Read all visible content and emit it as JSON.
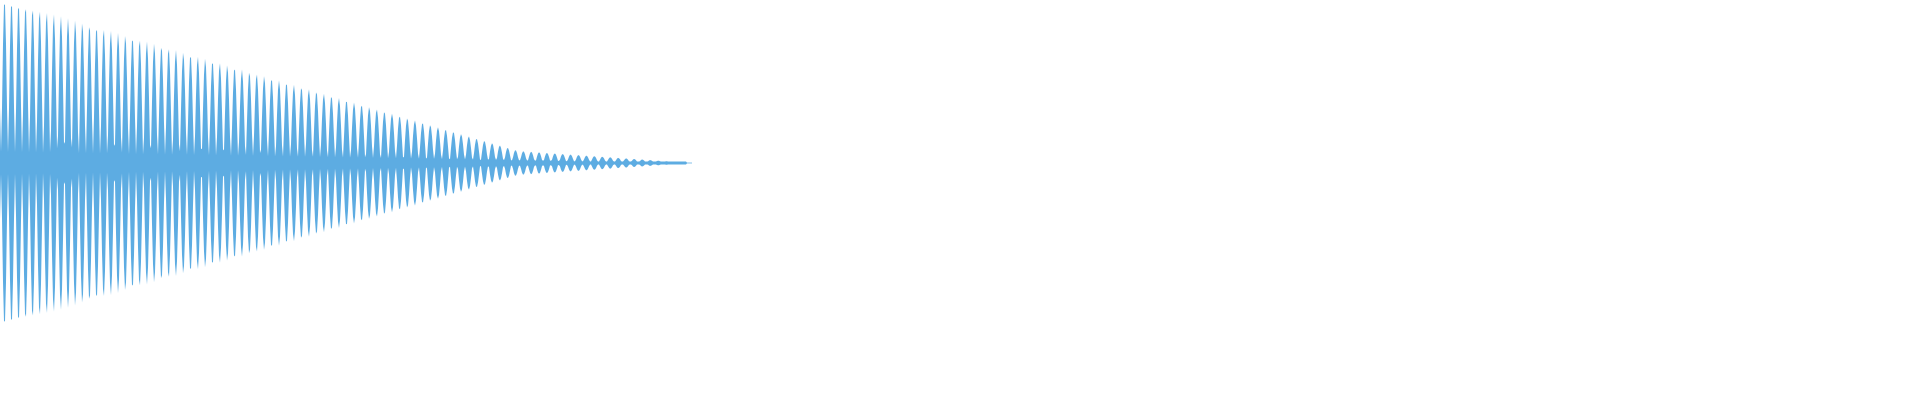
{
  "chart_data": {
    "type": "area",
    "style": "audio-waveform",
    "color": "#5dace2",
    "background": "#ffffff",
    "grid": false,
    "legend": "none",
    "title": "",
    "xlabel": "",
    "ylabel": ""
  }
}
